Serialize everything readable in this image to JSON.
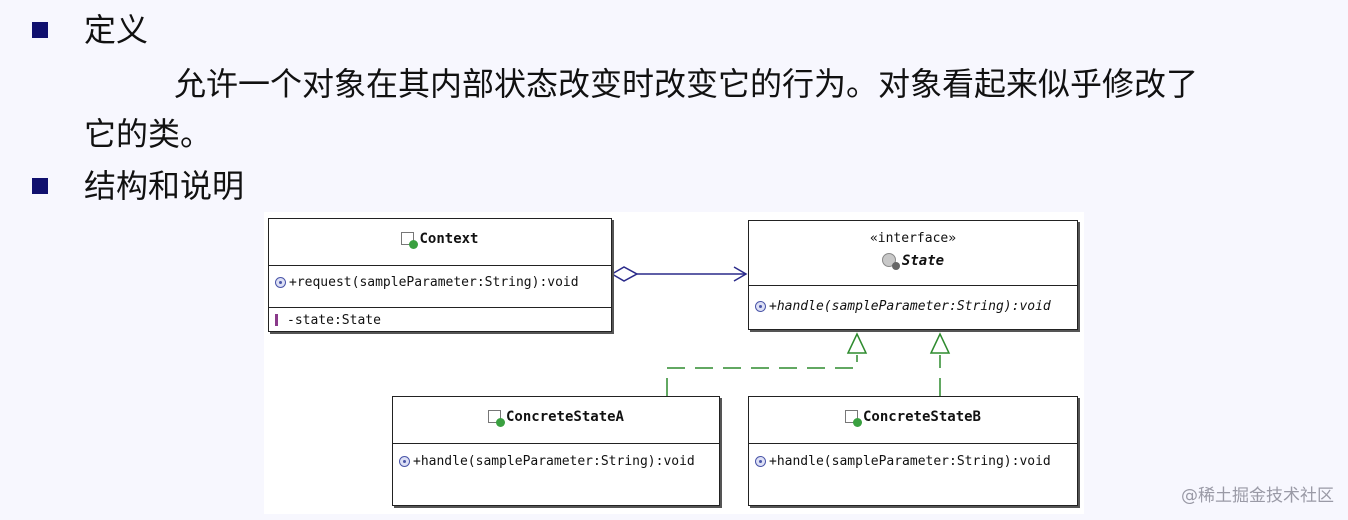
{
  "sections": {
    "definition_heading": "定义",
    "definition_line1": "允许一个对象在其内部状态改变时改变它的行为。对象看起来似乎修改了",
    "definition_line2": "它的类。",
    "structure_heading": "结构和说明"
  },
  "diagram": {
    "context": {
      "name": "Context",
      "operation": "+request(sampleParameter:String):void",
      "field": "-state:State"
    },
    "state": {
      "stereotype": "«interface»",
      "name": "State",
      "operation": "+handle(sampleParameter:String):void"
    },
    "concrete_a": {
      "name": "ConcreteStateA",
      "operation": "+handle(sampleParameter:String):void"
    },
    "concrete_b": {
      "name": "ConcreteStateB",
      "operation": "+handle(sampleParameter:String):void"
    }
  },
  "watermark": "@稀土掘金技术社区",
  "colors": {
    "bullet": "#10106e",
    "association": "#2a2a8a",
    "realization": "#2e8b2e"
  },
  "icons": [
    "class-icon",
    "interface-icon",
    "operation-icon",
    "field-icon"
  ]
}
